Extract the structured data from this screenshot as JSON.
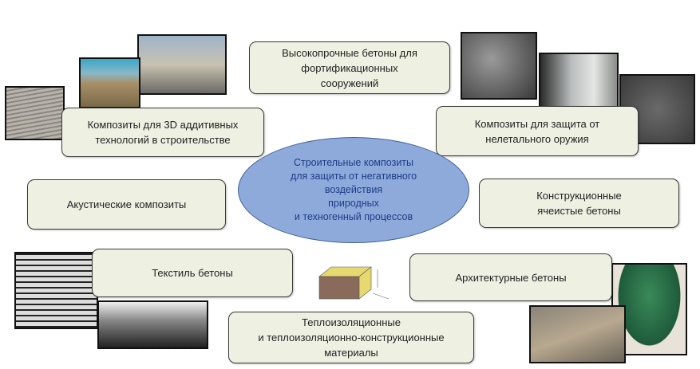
{
  "center": {
    "text": "Строительные композиты\nдля защиты от негативного\nвоздействия\nприродных\nи техногенный процессов"
  },
  "boxes": {
    "high_strength": "Высокопрочные бетоны для\nфортификационных\nсооружений",
    "additive": "Композиты для 3D аддитивных\nтехнологий в строительстве",
    "protection": "Композиты для защита от\nнелетального оружия",
    "acoustic": "Акустические композиты",
    "cellular": "Конструкционные\nячеистые бетоны",
    "textile": "Текстиль бетоны",
    "architectural": "Архитектурные бетоны",
    "insulation": "Теплоизоляционные\nи теплоизоляционно-конструкционные\nматериалы"
  }
}
